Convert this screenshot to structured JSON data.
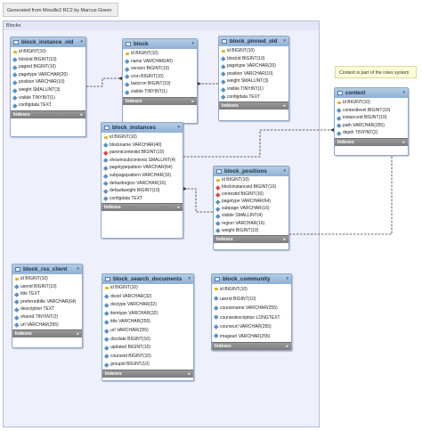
{
  "banner": "Generated from Moodle2 RC2 by Marcus Green",
  "group_label": "Blocks",
  "note": "Context is part of the roles system",
  "indexes_label": "Indexes",
  "tables": [
    {
      "id": "block_instance_old",
      "name": "block_instance_old",
      "columns": [
        {
          "text": "id BIGINT(10)",
          "kind": "pk"
        },
        {
          "text": "blockid BIGINT(10)",
          "kind": "col"
        },
        {
          "text": "pageid BIGINT(10)",
          "kind": "col"
        },
        {
          "text": "pagetype VARCHAR(20)",
          "kind": "col"
        },
        {
          "text": "position VARCHAR(10)",
          "kind": "col"
        },
        {
          "text": "weight SMALLINT(3)",
          "kind": "col"
        },
        {
          "text": "visible TINYINT(1)",
          "kind": "col"
        },
        {
          "text": "configdata TEXT",
          "kind": "col"
        }
      ]
    },
    {
      "id": "block",
      "name": "block",
      "columns": [
        {
          "text": "id BIGINT(10)",
          "kind": "pk"
        },
        {
          "text": "name VARCHAR(40)",
          "kind": "col"
        },
        {
          "text": "version BIGINT(10)",
          "kind": "col"
        },
        {
          "text": "cron BIGINT(10)",
          "kind": "col"
        },
        {
          "text": "lastcron BIGINT(10)",
          "kind": "col"
        },
        {
          "text": "visible TINYINT(1)",
          "kind": "col"
        }
      ]
    },
    {
      "id": "block_pinned_old",
      "name": "block_pinned_old",
      "columns": [
        {
          "text": "id BIGINT(10)",
          "kind": "pk"
        },
        {
          "text": "blockid BIGINT(10)",
          "kind": "col"
        },
        {
          "text": "pagetype VARCHAR(20)",
          "kind": "col"
        },
        {
          "text": "position VARCHAR(10)",
          "kind": "col"
        },
        {
          "text": "weight SMALLINT(3)",
          "kind": "col"
        },
        {
          "text": "visible TINYINT(1)",
          "kind": "col"
        },
        {
          "text": "configdata TEXT",
          "kind": "col"
        }
      ]
    },
    {
      "id": "context",
      "name": "context",
      "columns": [
        {
          "text": "id BIGINT(10)",
          "kind": "pk"
        },
        {
          "text": "contextlevel BIGINT(10)",
          "kind": "col"
        },
        {
          "text": "instanceid BIGINT(10)",
          "kind": "col"
        },
        {
          "text": "path VARCHAR(255)",
          "kind": "col"
        },
        {
          "text": "depth TINYINT(2)",
          "kind": "col"
        }
      ]
    },
    {
      "id": "block_instances",
      "name": "block_instances",
      "columns": [
        {
          "text": "id BIGINT(10)",
          "kind": "pk"
        },
        {
          "text": "blockname VARCHAR(40)",
          "kind": "col"
        },
        {
          "text": "parentcontextid BIGINT(10)",
          "kind": "fk"
        },
        {
          "text": "showinsubcontexts SMALLINT(4)",
          "kind": "col"
        },
        {
          "text": "pagetypepattern VARCHAR(64)",
          "kind": "col"
        },
        {
          "text": "subpagepattern VARCHAR(16)",
          "kind": "col"
        },
        {
          "text": "defaultregion VARCHAR(16)",
          "kind": "col"
        },
        {
          "text": "defaultweight BIGINT(10)",
          "kind": "col"
        },
        {
          "text": "configdata TEXT",
          "kind": "col"
        }
      ]
    },
    {
      "id": "block_positions",
      "name": "block_positions",
      "columns": [
        {
          "text": "id BIGINT(10)",
          "kind": "pk"
        },
        {
          "text": "blockinstanceid BIGINT(10)",
          "kind": "fk"
        },
        {
          "text": "contextid BIGINT(10)",
          "kind": "fk"
        },
        {
          "text": "pagetype VARCHAR(64)",
          "kind": "col"
        },
        {
          "text": "subpage VARCHAR(16)",
          "kind": "col"
        },
        {
          "text": "visible SMALLINT(4)",
          "kind": "col"
        },
        {
          "text": "region VARCHAR(16)",
          "kind": "col"
        },
        {
          "text": "weight BIGINT(10)",
          "kind": "col"
        }
      ]
    },
    {
      "id": "block_rss_client",
      "name": "block_rss_client",
      "columns": [
        {
          "text": "id BIGINT(10)",
          "kind": "pk"
        },
        {
          "text": "userid BIGINT(10)",
          "kind": "col"
        },
        {
          "text": "title TEXT",
          "kind": "col"
        },
        {
          "text": "preferredtitle VARCHAR(64)",
          "kind": "col"
        },
        {
          "text": "description TEXT",
          "kind": "col"
        },
        {
          "text": "shared TINYINT(2)",
          "kind": "col"
        },
        {
          "text": "url VARCHAR(255)",
          "kind": "col"
        }
      ]
    },
    {
      "id": "block_search_documents",
      "name": "block_search_documents",
      "columns": [
        {
          "text": "id BIGINT(10)",
          "kind": "pk"
        },
        {
          "text": "docid VARCHAR(32)",
          "kind": "col"
        },
        {
          "text": "doctype VARCHAR(32)",
          "kind": "col"
        },
        {
          "text": "itemtype VARCHAR(32)",
          "kind": "col"
        },
        {
          "text": "title VARCHAR(255)",
          "kind": "col"
        },
        {
          "text": "url VARCHAR(255)",
          "kind": "col"
        },
        {
          "text": "docdate BIGINT(10)",
          "kind": "col"
        },
        {
          "text": "updated BIGINT(10)",
          "kind": "col"
        },
        {
          "text": "courseid BIGINT(10)",
          "kind": "col"
        },
        {
          "text": "groupid BIGINT(10)",
          "kind": "col"
        }
      ]
    },
    {
      "id": "block_community",
      "name": "block_community",
      "columns": [
        {
          "text": "id BIGINT(10)",
          "kind": "pk"
        },
        {
          "text": "userid BIGINT(10)",
          "kind": "col"
        },
        {
          "text": "coursename VARCHAR(255)",
          "kind": "col"
        },
        {
          "text": "coursedescription LONGTEXT",
          "kind": "col"
        },
        {
          "text": "courseurl VARCHAR(255)",
          "kind": "col"
        },
        {
          "text": "imageurl VARCHAR(255)",
          "kind": "col"
        }
      ]
    }
  ]
}
